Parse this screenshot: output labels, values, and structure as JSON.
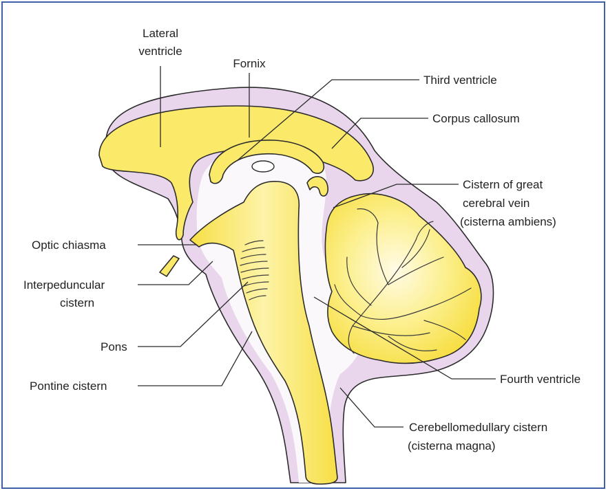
{
  "colors": {
    "csf_space": "#e9d6ec",
    "brain_tissue": "#fbf8fb",
    "yellow_fill": "#fbea6a",
    "outline": "#2b2b2b",
    "frame_border": "#3f5fa8"
  },
  "labels": {
    "lateral_ventricle_line1": "Lateral",
    "lateral_ventricle_line2": "ventricle",
    "fornix": "Fornix",
    "third_ventricle": "Third ventricle",
    "corpus_callosum": "Corpus callosum",
    "cistern_great_vein_line1": "Cistern of great",
    "cistern_great_vein_line2": "cerebral vein",
    "cistern_great_vein_line3": "(cisterna ambiens)",
    "optic_chiasma": "Optic chiasma",
    "interpeduncular_line1": "Interpeduncular",
    "interpeduncular_line2": "cistern",
    "pons": "Pons",
    "pontine_cistern": "Pontine cistern",
    "fourth_ventricle": "Fourth ventricle",
    "cerebellomedullary_line1": "Cerebellomedullary cistern",
    "cerebellomedullary_line2": "(cisterna magna)"
  }
}
